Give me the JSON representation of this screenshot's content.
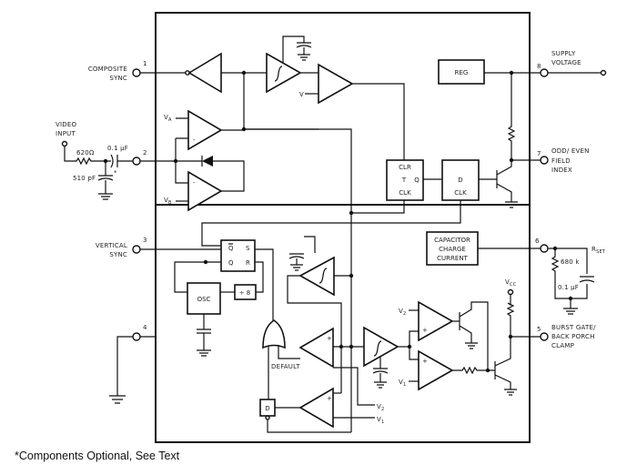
{
  "footnote": "*Components Optional, See Text",
  "pins": {
    "p1": {
      "number": "1",
      "label_line1": "COMPOSITE",
      "label_line2": "SYNC"
    },
    "p2": {
      "number": "2"
    },
    "p3": {
      "number": "3",
      "label_line1": "VERTICAL",
      "label_line2": "SYNC"
    },
    "p4": {
      "number": "4"
    },
    "p5": {
      "number": "5",
      "label_line1": "BURST GATE/",
      "label_line2": "BACK PORCH",
      "label_line3": "CLAMP"
    },
    "p6": {
      "number": "6"
    },
    "p7": {
      "number": "7",
      "label_line1": "ODD/ EVEN",
      "label_line2": "FIELD",
      "label_line3": "INDEX"
    },
    "p8": {
      "number": "8",
      "label_line1": "SUPPLY",
      "label_line2": "VOLTAGE"
    }
  },
  "input": {
    "label_line1": "VIDEO",
    "label_line2": "INPUT",
    "resistor": "620Ω",
    "coupling_cap": "0.1 µF",
    "filter_cap": "510 pF",
    "optional_mark": "*"
  },
  "rset": {
    "label": "R",
    "label_sub": "SET",
    "resistor": "680 k",
    "capacitor": "0.1 µF"
  },
  "blocks": {
    "reg": "REG",
    "cap_charge_line1": "CAPACITOR",
    "cap_charge_line2": "CHARGE",
    "cap_charge_line3": "CURRENT",
    "osc": "OSC",
    "div8": "÷ 8",
    "t_ff": {
      "clr": "CLR",
      "t": "T",
      "q": "Q",
      "clk": "CLK"
    },
    "d_ff": {
      "d": "D",
      "clk": "CLK"
    },
    "sr_latch": {
      "qbar": "Q",
      "q": "Q",
      "s": "S",
      "r": "R"
    },
    "d_small": "D",
    "default_label": "DEFAULT"
  },
  "refs": {
    "va": "V",
    "va_sub": "A",
    "vb": "V",
    "vb_sub": "B",
    "v": "V",
    "v1": "V",
    "v1_sub": "1",
    "v2": "V",
    "v2_sub": "2",
    "vcc": "V",
    "vcc_sub": "CC",
    "plus": "+",
    "minus": "-"
  }
}
